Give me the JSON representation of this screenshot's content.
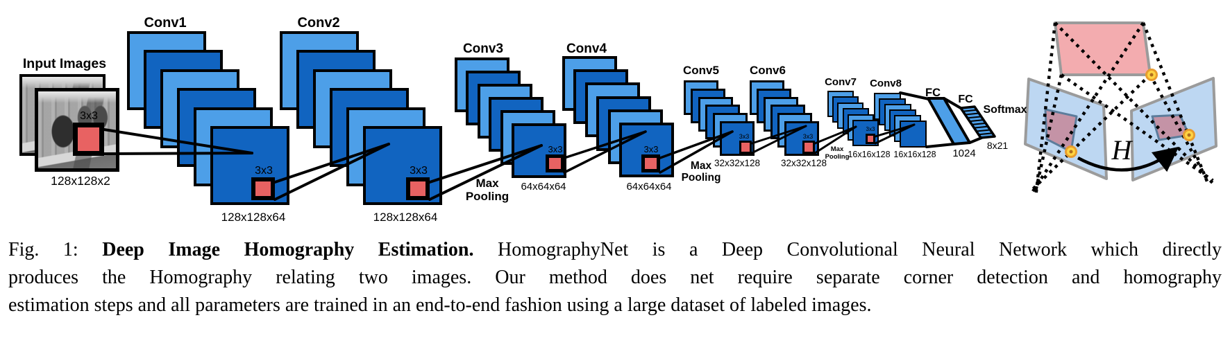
{
  "figure": {
    "input": {
      "title": "Input Images",
      "kernel": "3x3",
      "dims": "128x128x2"
    },
    "layers": [
      {
        "name": "Conv1",
        "dims": "128x128x64",
        "kernel": "3x3"
      },
      {
        "name": "Conv2",
        "dims": "128x128x64",
        "kernel": "3x3"
      },
      {
        "name": "Conv3",
        "dims": "64x64x64",
        "kernel": "3x3"
      },
      {
        "name": "Conv4",
        "dims": "64x64x64",
        "kernel": "3x3"
      },
      {
        "name": "Conv5",
        "dims": "32x32x128",
        "kernel": "3x3"
      },
      {
        "name": "Conv6",
        "dims": "32x32x128",
        "kernel": "3x3"
      },
      {
        "name": "Conv7",
        "dims": "16x16x128",
        "kernel": "3x3"
      },
      {
        "name": "Conv8",
        "dims": "16x16x128",
        "kernel": null
      }
    ],
    "pooling": [
      {
        "line1": "Max",
        "line2": "Pooling"
      },
      {
        "line1": "Max",
        "line2": "Pooling"
      },
      {
        "line1": "Max",
        "line2": "Pooling"
      }
    ],
    "fc": [
      {
        "label": "FC",
        "dims": "1024"
      },
      {
        "label": "FC",
        "dims": "8x21"
      }
    ],
    "softmax": "Softmax",
    "homography_symbol": "H",
    "colors": {
      "light_blue": "#4D9FE8",
      "dark_blue": "#1164C0",
      "kernel_red": "#E86262",
      "plane_blue": "#BDD7F2",
      "patch_pink": "#F3ACAF",
      "patch_mauve": "#C493A6",
      "dot_yellow": "#FFD443",
      "dot_ring": "#E89C2E",
      "border_gray": "#9B9B9B",
      "patch_border": "#5C7D9C"
    }
  },
  "caption": {
    "fig_label": "Fig. 1:",
    "title": "Deep Image Homography Estimation.",
    "line1_rest": "HomographyNet is a Deep Convolutional Neural Network which directly",
    "line2": "produces the Homography relating two images. Our method does net require separate corner detection and homography",
    "line3": "estimation steps and all parameters are trained in an end-to-end fashion using a large dataset of labeled images."
  }
}
